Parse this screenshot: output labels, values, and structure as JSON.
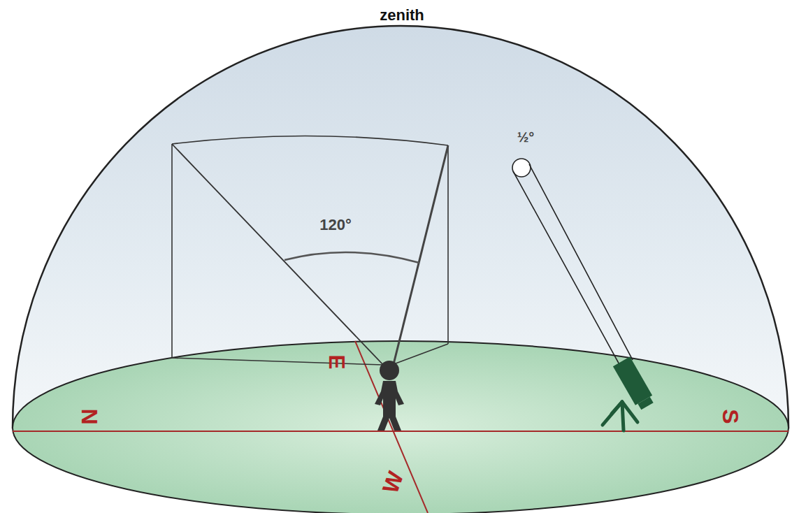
{
  "diagram": {
    "labels": [
      "zenith",
      "120°",
      "½°",
      "N",
      "E",
      "S",
      "W"
    ]
  }
}
